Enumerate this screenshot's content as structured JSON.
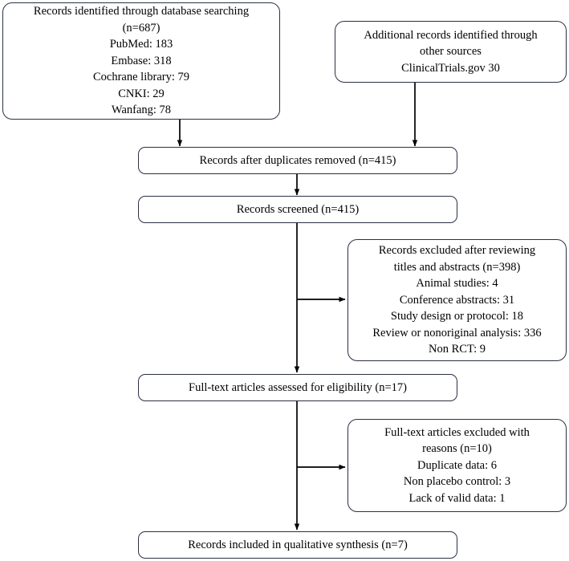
{
  "diagram": {
    "type": "prisma-flow-diagram",
    "stroke_color": "#2b3044",
    "line_color": "#000000",
    "background": "#ffffff",
    "boxes": {
      "database_search": {
        "name": "records-identified-database-searching",
        "lines": [
          "Records identified through database searching",
          "(n=687)",
          "PubMed: 183",
          "Embase: 318",
          "Cochrane library: 79",
          "CNKI: 29",
          "Wanfang: 78"
        ]
      },
      "other_sources": {
        "name": "additional-records-other-sources",
        "lines": [
          "Additional records identified through",
          "other sources",
          "ClinicalTrials.gov  30"
        ]
      },
      "duplicates_removed": {
        "name": "records-after-duplicates-removed",
        "lines": [
          "Records after duplicates removed (n=415)"
        ]
      },
      "records_screened": {
        "name": "records-screened",
        "lines": [
          "Records screened (n=415)"
        ]
      },
      "records_excluded": {
        "name": "records-excluded-after-review",
        "lines": [
          "Records excluded after reviewing",
          "titles and abstracts (n=398)",
          "Animal studies: 4",
          "Conference abstracts: 31",
          "Study design or protocol: 18",
          "Review or nonoriginal analysis: 336",
          "Non RCT: 9"
        ]
      },
      "fulltext_assessed": {
        "name": "full-text-articles-assessed",
        "lines": [
          "Full-text articles assessed for eligibility (n=17)"
        ]
      },
      "fulltext_excluded": {
        "name": "full-text-articles-excluded",
        "lines": [
          "Full-text articles excluded with",
          "reasons (n=10)",
          "Duplicate data: 6",
          "Non placebo control: 3",
          "Lack of valid data: 1"
        ]
      },
      "included_synthesis": {
        "name": "records-included-qualitative-synthesis",
        "lines": [
          "Records included in qualitative synthesis (n=7)"
        ]
      }
    },
    "connectors": [
      {
        "name": "database-search-to-duplicates",
        "from": "database_search",
        "to": "duplicates_removed"
      },
      {
        "name": "other-sources-to-duplicates",
        "from": "other_sources",
        "to": "duplicates_removed"
      },
      {
        "name": "duplicates-to-screened",
        "from": "duplicates_removed",
        "to": "records_screened"
      },
      {
        "name": "screened-to-fulltext",
        "from": "records_screened",
        "to": "fulltext_assessed"
      },
      {
        "name": "screened-to-excluded",
        "from": "records_screened",
        "to": "records_excluded"
      },
      {
        "name": "fulltext-to-included",
        "from": "fulltext_assessed",
        "to": "included_synthesis"
      },
      {
        "name": "fulltext-to-excluded",
        "from": "fulltext_assessed",
        "to": "fulltext_excluded"
      }
    ]
  }
}
